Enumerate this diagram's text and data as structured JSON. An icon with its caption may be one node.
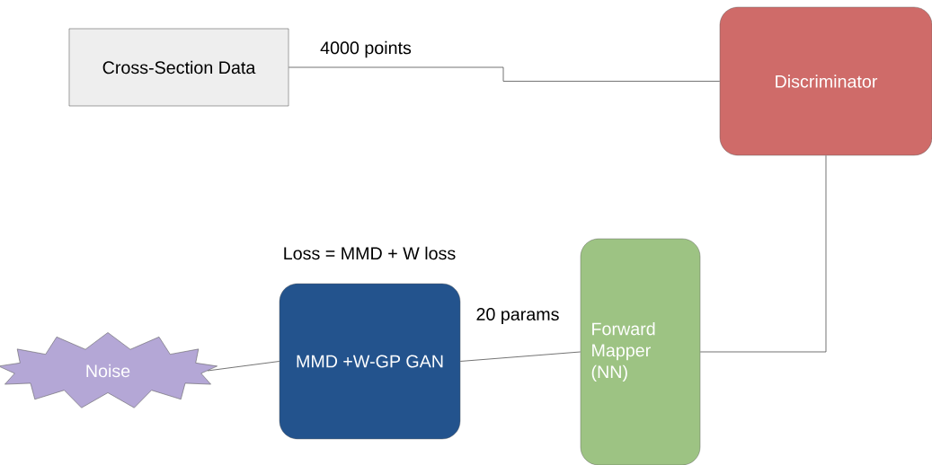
{
  "diagram": {
    "nodes": [
      {
        "text": [
          "Cross-Section Data"
        ]
      },
      {
        "text": [
          "Discriminator"
        ]
      },
      {
        "text": [
          "Noise"
        ]
      },
      {
        "text": [
          "MMD +W-GP GAN"
        ]
      },
      {
        "text": [
          "Forward Mapper (NN)"
        ]
      }
    ],
    "edges": [
      {
        "from": 0,
        "to": 1,
        "arrow": "none",
        "label": "4000 points"
      },
      {
        "from": 2,
        "to": 3,
        "arrow": "none"
      },
      {
        "from": 3,
        "to": 4,
        "arrow": "none",
        "label": "20 params"
      },
      {
        "from": 4,
        "to": 1,
        "arrow": "none"
      }
    ],
    "labels": [
      "Loss = MMD + W loss"
    ]
  }
}
